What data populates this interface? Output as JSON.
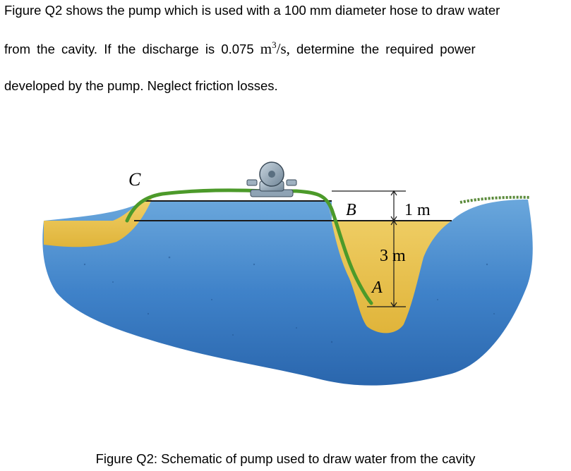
{
  "problem": {
    "line1": "Figure Q2 shows the pump which is used with a 100 mm diameter hose to draw water",
    "line2_pre": "from the cavity. If the discharge is 0.075",
    "line2_unit_base": "m",
    "line2_unit_exp": "3",
    "line2_unit_post": "/s,",
    "line2_post": "determine the required power",
    "line3": "developed by the pump. Neglect friction losses."
  },
  "figure": {
    "label_c": "C",
    "label_b": "B",
    "label_a": "A",
    "dim_1m": "1 m",
    "dim_3m": "3 m",
    "colors": {
      "water": "#3f82c9",
      "water_deep": "#2e6db4",
      "sand": "#e9c14a",
      "hose": "#4c9a2a",
      "pump": "#8fa3b4",
      "grass": "#5a8a3a"
    }
  },
  "caption": "Figure Q2: Schematic of pump used to draw water from the cavity"
}
